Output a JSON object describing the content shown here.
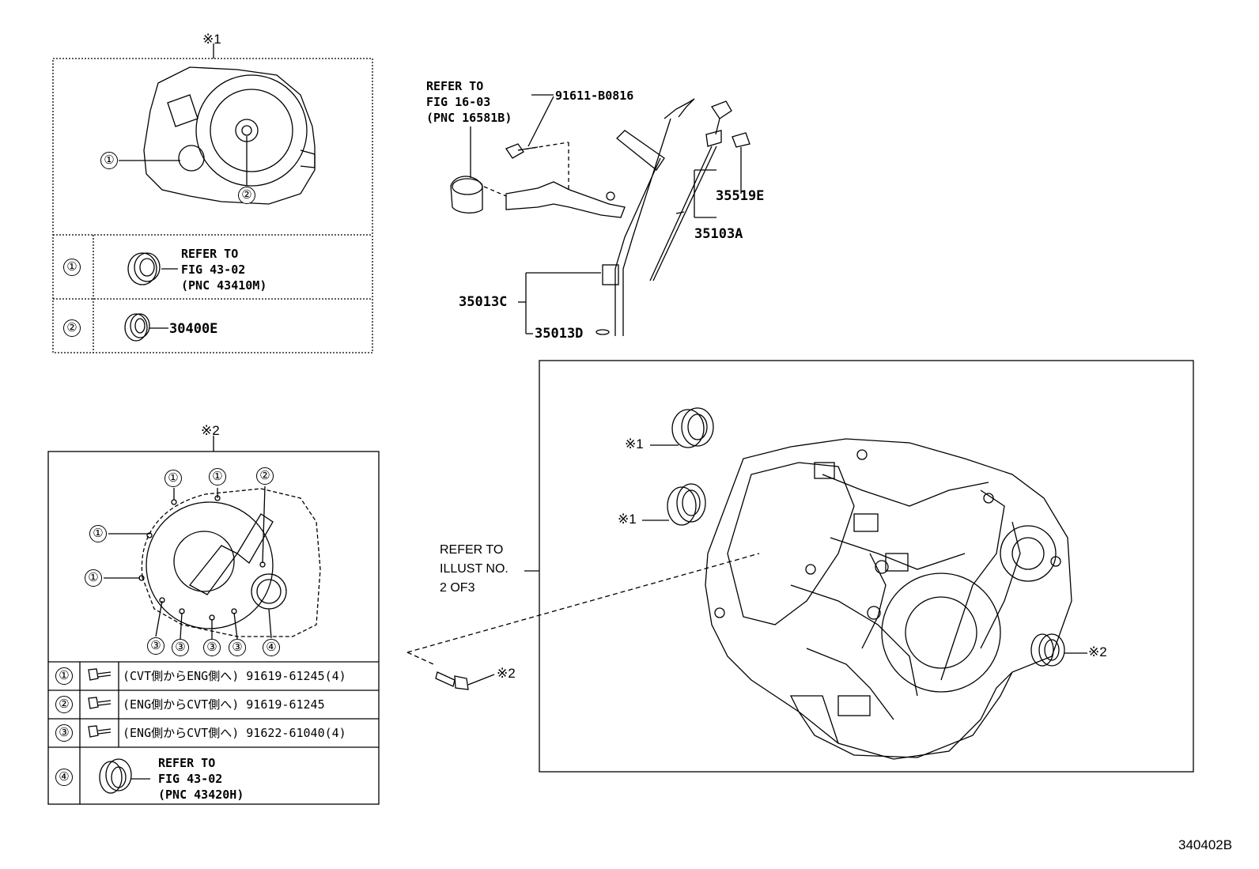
{
  "top_left_panel": {
    "mark": "※1",
    "row1": {
      "num": "①",
      "text": [
        "REFER TO",
        "FIG 43-02",
        "(PNC 43410M)"
      ]
    },
    "row2": {
      "num": "②",
      "part": "30400E"
    },
    "callout1": "①",
    "callout2": "②"
  },
  "dipstick": {
    "refer": [
      "REFER TO",
      "FIG 16-03",
      "(PNC 16581B)"
    ],
    "bolt_part": "91611-B0816",
    "part_35519E": "35519E",
    "part_35103A": "35103A",
    "part_35013C": "35013C",
    "part_35013D": "35013D"
  },
  "bottom_left_panel": {
    "mark": "※2",
    "callouts": [
      "①",
      "①",
      "②",
      "①",
      "①",
      "③",
      "③",
      "③",
      "③",
      "④"
    ],
    "rows": [
      {
        "num": "①",
        "text": "(CVT側からENG側へ) 91619-61245(4)"
      },
      {
        "num": "②",
        "text": "(ENG側からCVT側へ) 91619-61245"
      },
      {
        "num": "③",
        "text": "(ENG側からCVT側へ) 91622-61040(4)"
      },
      {
        "num": "④",
        "text": [
          "REFER TO",
          "FIG 43-02",
          "(PNC 43420H)"
        ]
      }
    ]
  },
  "main_panel": {
    "refer": [
      "REFER TO",
      "ILLUST NO.",
      "2 OF3"
    ],
    "mark1a": "※1",
    "mark1b": "※1",
    "mark2_right": "※2",
    "mark2_bolt": "※2"
  },
  "figure_id": "340402B"
}
